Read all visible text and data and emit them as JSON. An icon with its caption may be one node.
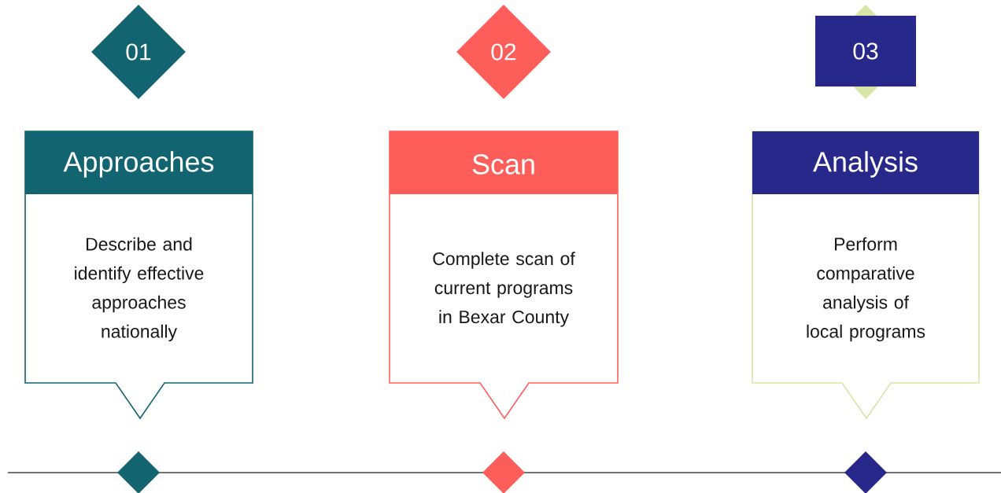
{
  "diagram": {
    "nodes": [
      {
        "text": [
          "01"
        ]
      },
      {
        "text": [
          "02"
        ]
      },
      {
        "text": [
          "03"
        ]
      },
      {
        "text": [
          "Approaches",
          "Describe and identify effective approaches nationally"
        ]
      },
      {
        "text": [
          "Scan",
          "Complete scan of current programs in Bexar County"
        ]
      },
      {
        "text": [
          "Analysis",
          "Perform comparative analysis of local programs"
        ]
      },
      {
        "text": [],
        "shape": "diamond"
      },
      {
        "text": [],
        "shape": "diamond"
      },
      {
        "text": [],
        "shape": "diamond"
      }
    ]
  }
}
